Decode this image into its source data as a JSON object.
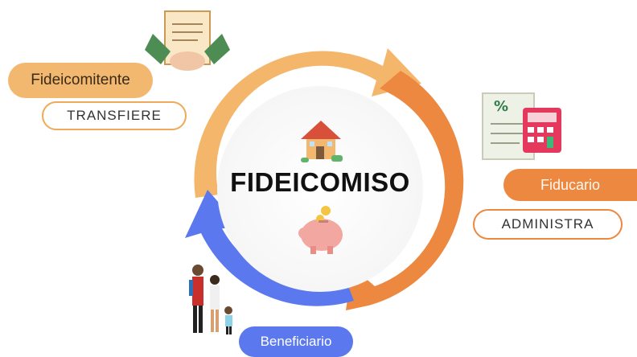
{
  "diagram": {
    "center_title": "FIDEICOMISO",
    "roles": [
      {
        "id": "fideicomitente",
        "label": "Fideicomitente",
        "action": "TRANSFIERE"
      },
      {
        "id": "fiducario",
        "label": "Fiducario",
        "action": "ADMINISTRA"
      },
      {
        "id": "beneficiario",
        "label": "Beneficiario"
      }
    ],
    "colors": {
      "arc_top": "#f3b66a",
      "arc_right": "#ec8840",
      "arc_bottom": "#5b78ee",
      "fideicomitente_pill": "#f2b86f",
      "fiducario_pill": "#ec8840",
      "beneficiario_pill": "#5b78ee"
    },
    "icons": [
      "handshake-contract-icon",
      "calculator-document-icon",
      "family-icon",
      "house-icon",
      "piggy-bank-icon"
    ]
  }
}
